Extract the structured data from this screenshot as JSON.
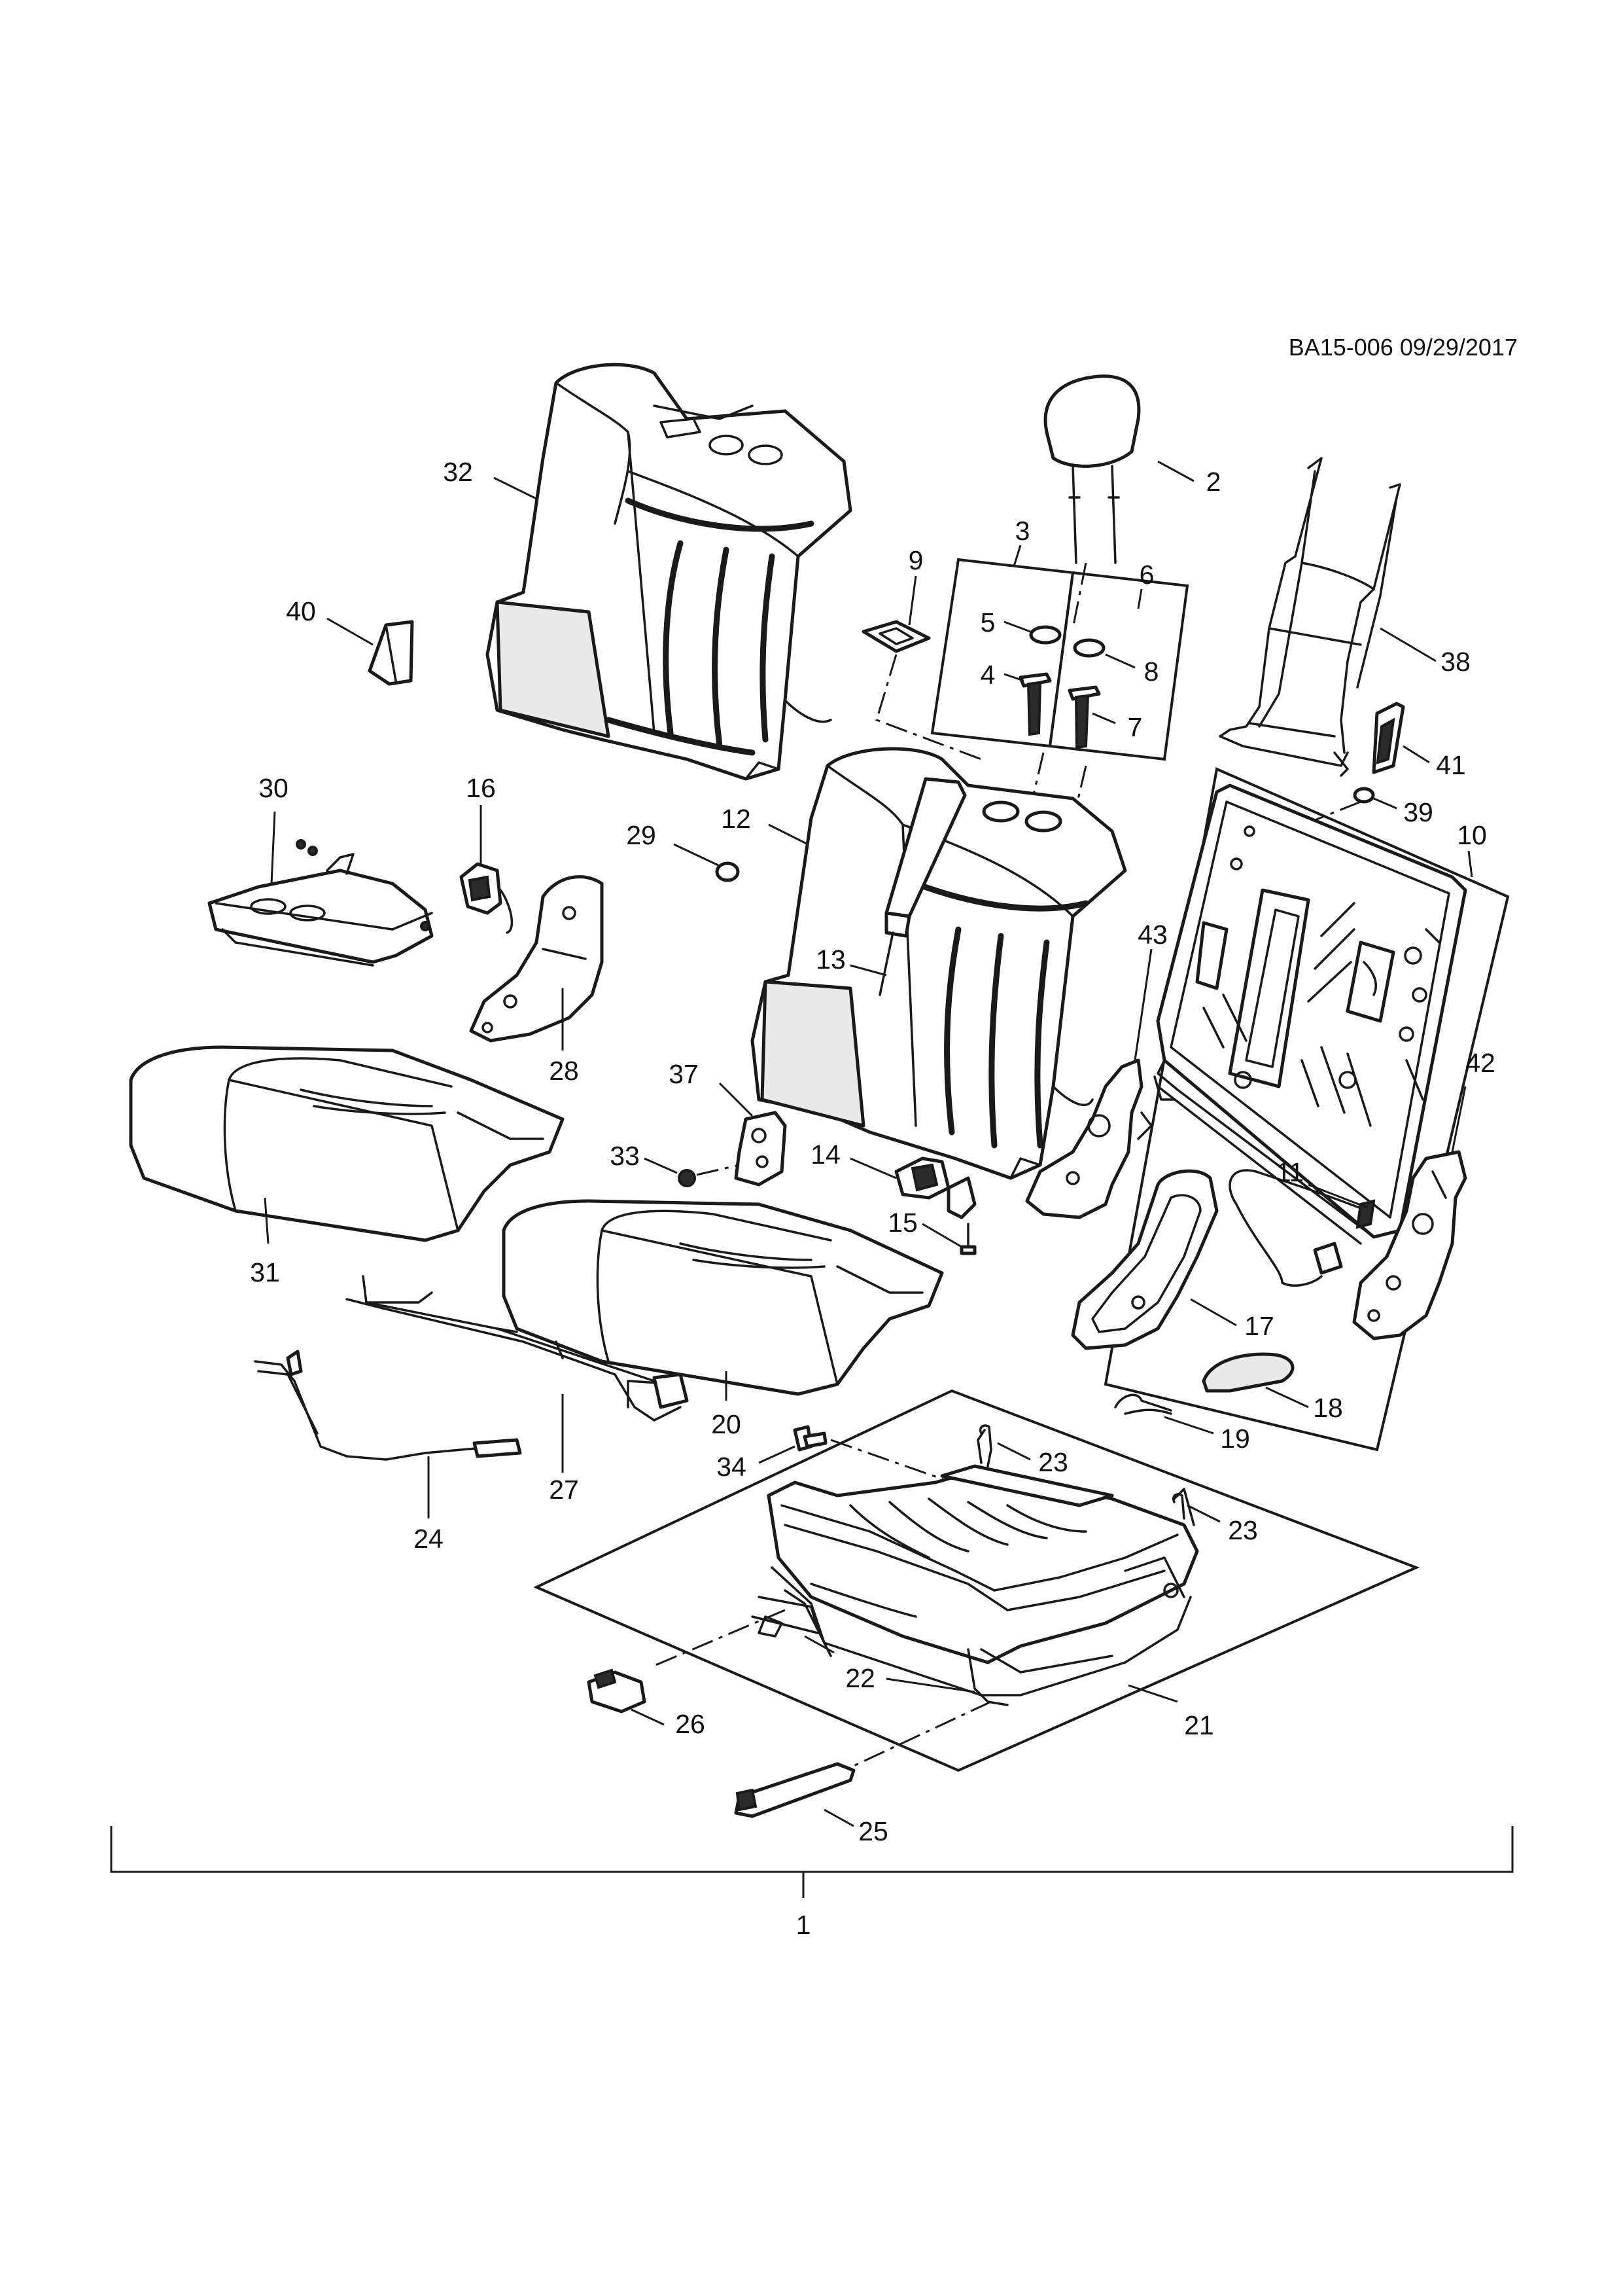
{
  "document": {
    "reference": "BA15-006 09/29/2017"
  },
  "callouts": {
    "c1": "1",
    "c2": "2",
    "c3": "3",
    "c4": "4",
    "c5": "5",
    "c6": "6",
    "c7": "7",
    "c8": "8",
    "c9": "9",
    "c10": "10",
    "c11": "11",
    "c12": "12",
    "c13": "13",
    "c14": "14",
    "c15": "15",
    "c16": "16",
    "c17": "17",
    "c18": "18",
    "c19": "19",
    "c20": "20",
    "c21": "21",
    "c22a": "22",
    "c22b": "22",
    "c23a": "23",
    "c23b": "23",
    "c24": "24",
    "c25": "25",
    "c26": "26",
    "c27": "27",
    "c28": "28",
    "c29": "29",
    "c30": "30",
    "c31": "31",
    "c32": "32",
    "c33": "33",
    "c34": "34",
    "c37": "37",
    "c38": "38",
    "c39": "39",
    "c40": "40",
    "c41": "41",
    "c42": "42",
    "c43": "43"
  },
  "colors": {
    "line": "#1a1a1a",
    "background": "#ffffff"
  }
}
